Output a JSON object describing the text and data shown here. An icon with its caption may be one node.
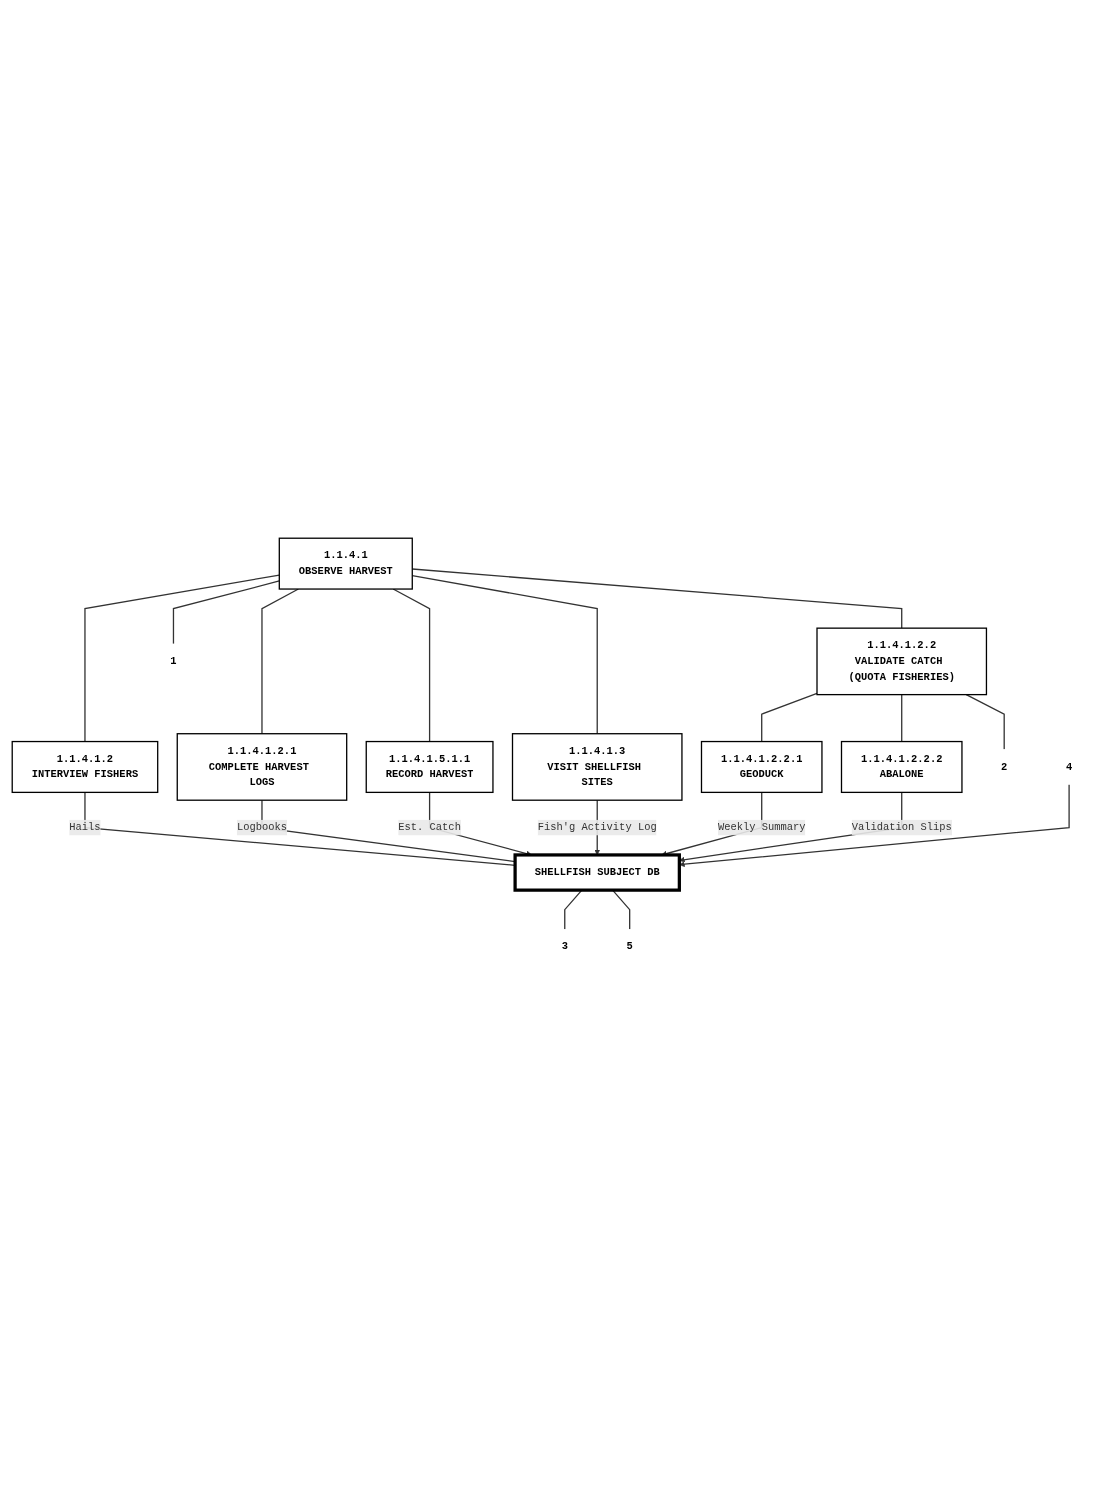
{
  "diagram": {
    "nodes": [
      {
        "text": [
          "1.1.4.1",
          "OBSERVE HARVEST"
        ]
      },
      {
        "text": [
          "1.1.4.1.2",
          "INTERVIEW FISHERS"
        ]
      },
      {
        "text": [
          "1.1.4.1.2.1",
          "COMPLETE HARVEST LOGS"
        ]
      },
      {
        "text": [
          "1.1.4.1.5.1.1",
          "RECORD HARVEST"
        ]
      },
      {
        "text": [
          "1.1.4.1.3",
          "VISIT SHELLFISH SITES"
        ]
      },
      {
        "text": [
          "1.1.4.1.2.2",
          "VALIDATE CATCH (QUOTA FISHERIES)"
        ]
      },
      {
        "text": [
          "1.1.4.1.2.2.1",
          "GEODUCK"
        ]
      },
      {
        "text": [
          "1.1.4.1.2.2.2",
          "ABALONE"
        ]
      },
      {
        "text": [
          "SHELLFISH SUBJECT DB"
        ]
      },
      {
        "text": [
          "1"
        ]
      },
      {
        "text": [
          "2"
        ]
      },
      {
        "text": [
          "3"
        ]
      },
      {
        "text": [
          "4"
        ]
      },
      {
        "text": [
          "5"
        ]
      }
    ],
    "edges": [
      {
        "from": 0,
        "to": 1,
        "arrow": "none"
      },
      {
        "from": 0,
        "to": 2,
        "arrow": "none"
      },
      {
        "from": 0,
        "to": 3,
        "arrow": "none"
      },
      {
        "from": 0,
        "to": 4,
        "arrow": "none"
      },
      {
        "from": 0,
        "to": 5,
        "arrow": "none"
      },
      {
        "from": 0,
        "to": 9,
        "arrow": "none"
      },
      {
        "from": 5,
        "to": 6,
        "arrow": "none"
      },
      {
        "from": 5,
        "to": 7,
        "arrow": "none"
      },
      {
        "from": 5,
        "to": 10,
        "arrow": "none"
      },
      {
        "from": 1,
        "to": 8,
        "arrow": "none",
        "label": "Hails"
      },
      {
        "from": 2,
        "to": 8,
        "arrow": "none",
        "label": "Logbooks"
      },
      {
        "from": 3,
        "to": 8,
        "arrow": "to",
        "label": "Est. Catch"
      },
      {
        "from": 4,
        "to": 8,
        "arrow": "to",
        "label": "Fish'g Activity Log"
      },
      {
        "from": 6,
        "to": 8,
        "arrow": "to",
        "label": "Weekly Summary"
      },
      {
        "from": 7,
        "to": 8,
        "arrow": "to",
        "label": "Validation Slips"
      },
      {
        "from": 8,
        "to": 11,
        "arrow": "none"
      },
      {
        "from": 12,
        "to": 8,
        "arrow": "to"
      },
      {
        "from": 8,
        "to": 13,
        "arrow": "none"
      }
    ]
  }
}
